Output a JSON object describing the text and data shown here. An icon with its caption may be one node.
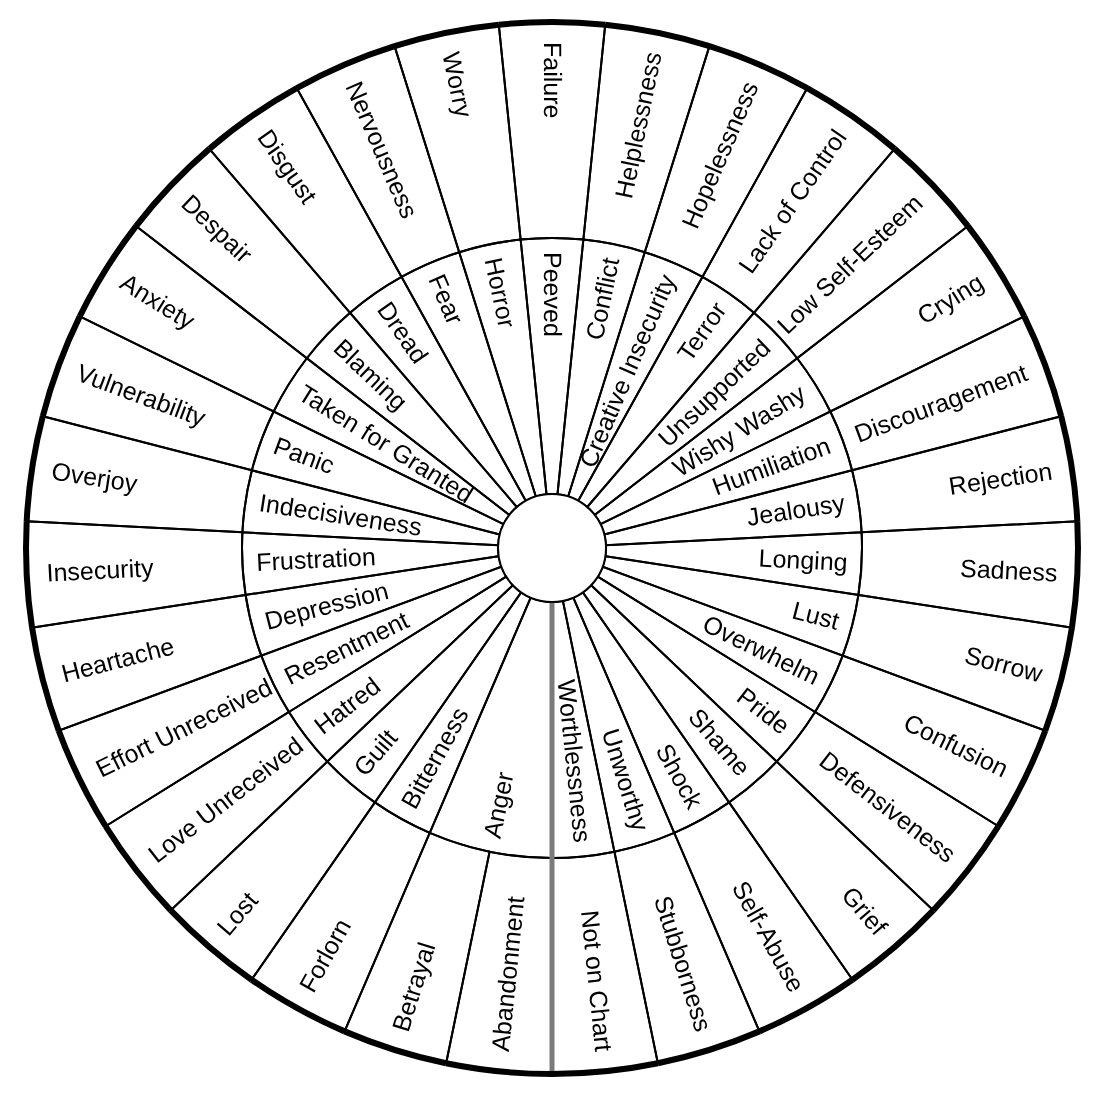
{
  "diagram": {
    "nodes": [
      {
        "text": [
          "Abandonment"
        ]
      },
      {
        "text": [
          "Betrayal"
        ]
      },
      {
        "text": [
          "Forlorn"
        ]
      },
      {
        "text": [
          "Lost"
        ]
      },
      {
        "text": [
          "Love Unreceived"
        ]
      },
      {
        "text": [
          "Effort Unreceived"
        ]
      },
      {
        "text": [
          "Heartache"
        ]
      },
      {
        "text": [
          "Insecurity"
        ]
      },
      {
        "text": [
          "Overjoy"
        ]
      },
      {
        "text": [
          "Vulnerability"
        ]
      },
      {
        "text": [
          "Anxiety"
        ]
      },
      {
        "text": [
          "Despair"
        ]
      },
      {
        "text": [
          "Disgust"
        ]
      },
      {
        "text": [
          "Nervousness"
        ]
      },
      {
        "text": [
          "Worry"
        ]
      },
      {
        "text": [
          "Failure"
        ]
      },
      {
        "text": [
          "Helplessness"
        ]
      },
      {
        "text": [
          "Hopelessness"
        ]
      },
      {
        "text": [
          "Lack of Control"
        ]
      },
      {
        "text": [
          "Low Self-Esteem"
        ]
      },
      {
        "text": [
          "Crying"
        ]
      },
      {
        "text": [
          "Discouragement"
        ]
      },
      {
        "text": [
          "Rejection"
        ]
      },
      {
        "text": [
          "Sadness"
        ]
      },
      {
        "text": [
          "Sorrow"
        ]
      },
      {
        "text": [
          "Confusion"
        ]
      },
      {
        "text": [
          "Defensiveness"
        ]
      },
      {
        "text": [
          "Grief"
        ]
      },
      {
        "text": [
          "Self-Abuse"
        ]
      },
      {
        "text": [
          "Stubborness"
        ]
      },
      {
        "text": [
          "Not on Chart"
        ]
      },
      {
        "text": [
          "Anger"
        ]
      },
      {
        "text": [
          "Bitterness"
        ]
      },
      {
        "text": [
          "Guilt"
        ]
      },
      {
        "text": [
          "Hatred"
        ]
      },
      {
        "text": [
          "Resentment"
        ]
      },
      {
        "text": [
          "Depression"
        ]
      },
      {
        "text": [
          "Frustration"
        ]
      },
      {
        "text": [
          "Indecisiveness"
        ]
      },
      {
        "text": [
          "Panic"
        ]
      },
      {
        "text": [
          "Taken for Granted"
        ]
      },
      {
        "text": [
          "Blaming"
        ]
      },
      {
        "text": [
          "Dread"
        ]
      },
      {
        "text": [
          "Fear"
        ]
      },
      {
        "text": [
          "Horror"
        ]
      },
      {
        "text": [
          "Peeved"
        ]
      },
      {
        "text": [
          "Conflict"
        ]
      },
      {
        "text": [
          "Creative Insecurity"
        ]
      },
      {
        "text": [
          "Terror"
        ]
      },
      {
        "text": [
          "Unsupported"
        ]
      },
      {
        "text": [
          "Wishy Washy"
        ]
      },
      {
        "text": [
          "Humiliation"
        ]
      },
      {
        "text": [
          "Jealousy"
        ]
      },
      {
        "text": [
          "Longing"
        ]
      },
      {
        "text": [
          "Lust"
        ]
      },
      {
        "text": [
          "Overwhelm"
        ]
      },
      {
        "text": [
          "Pride"
        ]
      },
      {
        "text": [
          "Shame"
        ]
      },
      {
        "text": [
          "Shock"
        ]
      },
      {
        "text": [
          "Unworthy"
        ]
      },
      {
        "text": [
          "Worthlessness"
        ]
      },
      {
        "text": [],
        "shape": "circle"
      }
    ]
  }
}
